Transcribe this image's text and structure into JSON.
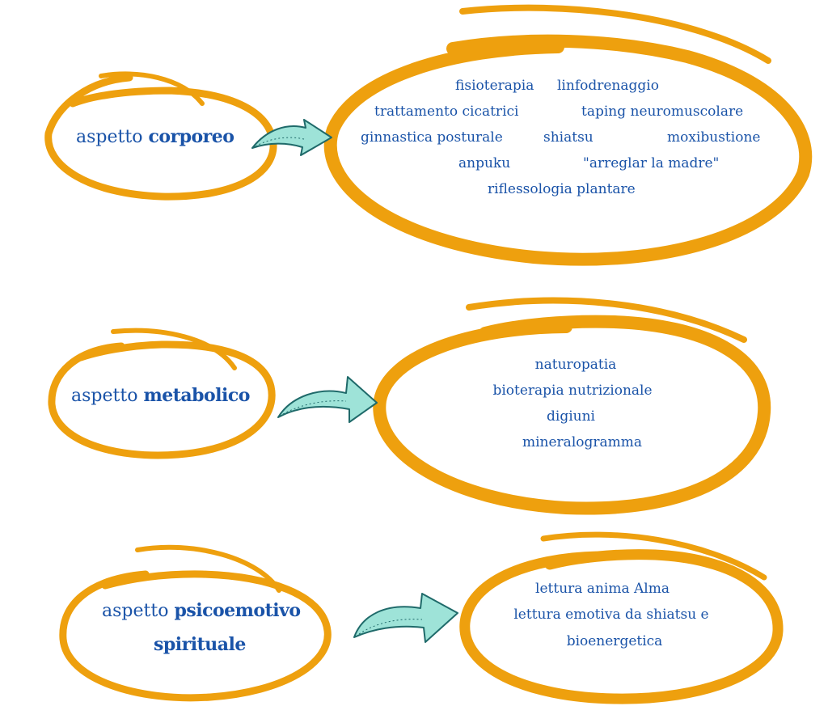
{
  "colors": {
    "ring": "#eea00e",
    "text": "#1a53a8",
    "arrow_fill": "#9ee3d8",
    "arrow_stroke": "#1f6a6a"
  },
  "groups": [
    {
      "aspect_prefix": "aspetto",
      "aspect_bold": "corporeo",
      "items": [
        "fisioterapia",
        "linfodrenaggio",
        "trattamento cicatrici",
        "taping neuromuscolare",
        "ginnastica posturale",
        "shiatsu",
        "moxibustione",
        "anpuku",
        "\"arreglar la madre\"",
        "riflessologia plantare"
      ]
    },
    {
      "aspect_prefix": "aspetto",
      "aspect_bold": "metabolico",
      "items": [
        "naturopatia",
        "bioterapia nutrizionale",
        "digiuni",
        "mineralogramma"
      ]
    },
    {
      "aspect_prefix": "aspetto",
      "aspect_bold": "psicoemotivo spirituale",
      "aspect_bold_line1": "psicoemotivo",
      "aspect_bold_line2": "spirituale",
      "items": [
        "lettura anima Alma",
        "lettura emotiva da shiatsu e",
        "bioenergetica"
      ]
    }
  ]
}
